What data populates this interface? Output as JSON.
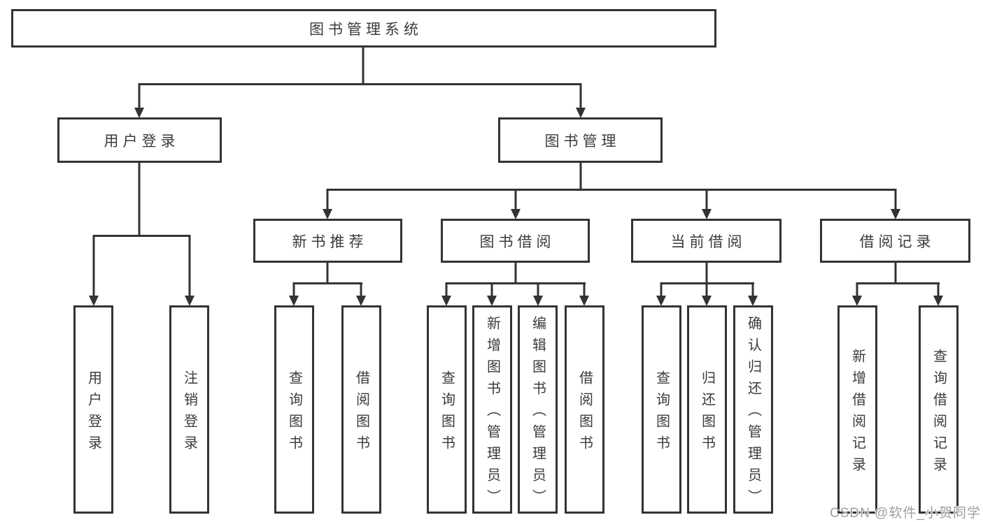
{
  "tree": {
    "root_label": "图书管理系统",
    "level2": [
      {
        "label": "用户登录"
      },
      {
        "label": "图书管理"
      }
    ],
    "level3": [
      {
        "label": "新书推荐"
      },
      {
        "label": "图书借阅"
      },
      {
        "label": "当前借阅"
      },
      {
        "label": "借阅记录"
      }
    ],
    "leaf_groups": [
      {
        "items": [
          "用户登录",
          "注销登录"
        ]
      },
      {
        "items": [
          "查询图书",
          "借阅图书"
        ]
      },
      {
        "items": [
          "查询图书",
          "新增图书（管理员）",
          "编辑图书（管理员）",
          "借阅图书"
        ]
      },
      {
        "items": [
          "查询图书",
          "归还图书",
          "确认归还（管理员）"
        ]
      },
      {
        "items": [
          "新增借阅记录",
          "查询借阅记录"
        ]
      }
    ]
  },
  "watermark": {
    "text": "CSDN @软件_小贺同学"
  },
  "colors": {
    "line": "#333333",
    "box_border": "#333333",
    "text": "#3b3b3b",
    "watermark": "#9e9e9e",
    "background": "#ffffff"
  }
}
